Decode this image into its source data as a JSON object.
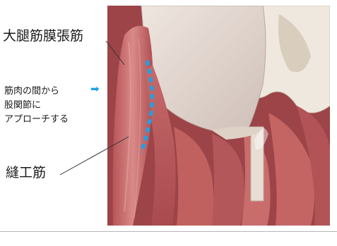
{
  "labels": {
    "tensor_fasciae_latae": "大腿筋膜張筋",
    "sartorius": "縫工筋"
  },
  "note": {
    "lines": [
      "筋肉の間から",
      "股関節に",
      "アプローチする"
    ],
    "arrow_icon": "arrow-right-icon",
    "arrow_glyph": "➡"
  },
  "colors": {
    "approach_line": "#1aa3e8",
    "muscle": "#c9696b",
    "fascia": "#e6dcd6",
    "bone": "#efe8de",
    "rule": "#b5b5b5"
  }
}
